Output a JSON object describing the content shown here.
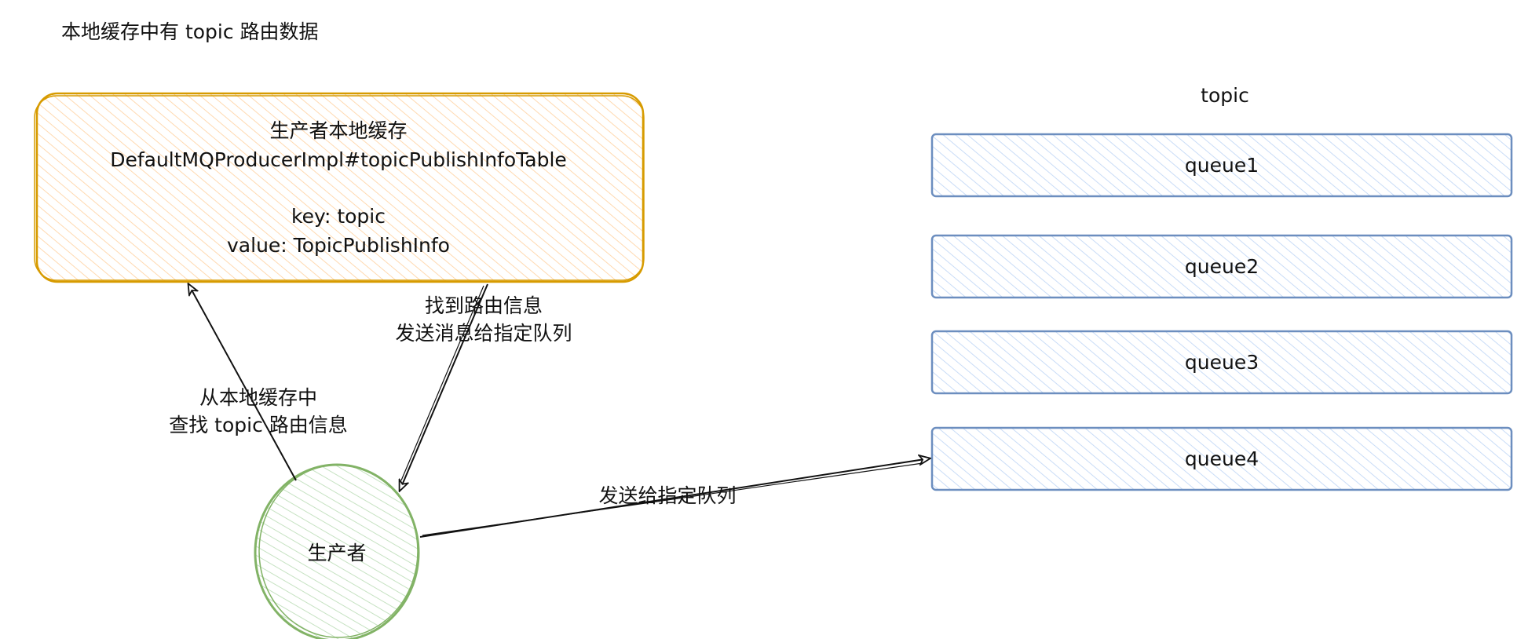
{
  "title": "本地缓存中有 topic 路由数据",
  "cache_box": {
    "line1": "生产者本地缓存",
    "line2": "DefaultMQProducerImpl#topicPublishInfoTable",
    "line3": "key: topic",
    "line4": "value: TopicPublishInfo",
    "stroke": "#d79b00",
    "fill": "#ffe6cc"
  },
  "topic": {
    "label": "topic",
    "queues": [
      "queue1",
      "queue2",
      "queue3",
      "queue4"
    ],
    "stroke": "#6c8ebf",
    "fill": "#dae8fc"
  },
  "producer": {
    "label": "生产者",
    "stroke": "#82b366",
    "fill": "#d5e8d4"
  },
  "edges": {
    "lookup_line1": "从本地缓存中",
    "lookup_line2": "查找 topic 路由信息",
    "found_line1": "找到路由信息",
    "found_line2": "发送消息给指定队列",
    "send": "发送给指定队列"
  }
}
